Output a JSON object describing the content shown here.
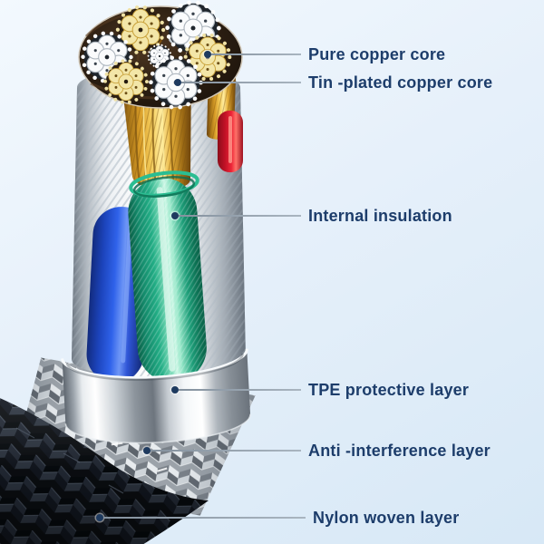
{
  "annotations": [
    {
      "id": "pure-copper-core",
      "label": "Pure copper core"
    },
    {
      "id": "tin-plated-copper-core",
      "label": "Tin -plated copper core"
    },
    {
      "id": "internal-insulation",
      "label": "Internal insulation"
    },
    {
      "id": "tpe-protective-layer",
      "label": "TPE protective layer"
    },
    {
      "id": "anti-interference-layer",
      "label": "Anti -interference layer"
    },
    {
      "id": "nylon-woven-layer",
      "label": "Nylon woven layer"
    }
  ],
  "style": {
    "background_top": "#f3f9fe",
    "background_bottom": "#d7e8f6",
    "label_color": "#1d3d6b",
    "leader_line_color": "#8f9ca8",
    "leader_dot_color": "#1e3a5f"
  },
  "layer_colors": {
    "pure_copper_core": "#f3e6a8",
    "tin_plated_copper_core": "#fafbfc",
    "internal_insulation_green": "#1ba87d",
    "wire_blue": "#2f62ea",
    "wire_red": "#ee2638",
    "copper_strands": "#f6cf5e",
    "outer_insulation_white": "#f1f4f6",
    "tpe_chrome": "#c6ccd2",
    "anti_interference_silver": "#9aa1a8",
    "nylon_braid_black": "#0b0e12"
  }
}
